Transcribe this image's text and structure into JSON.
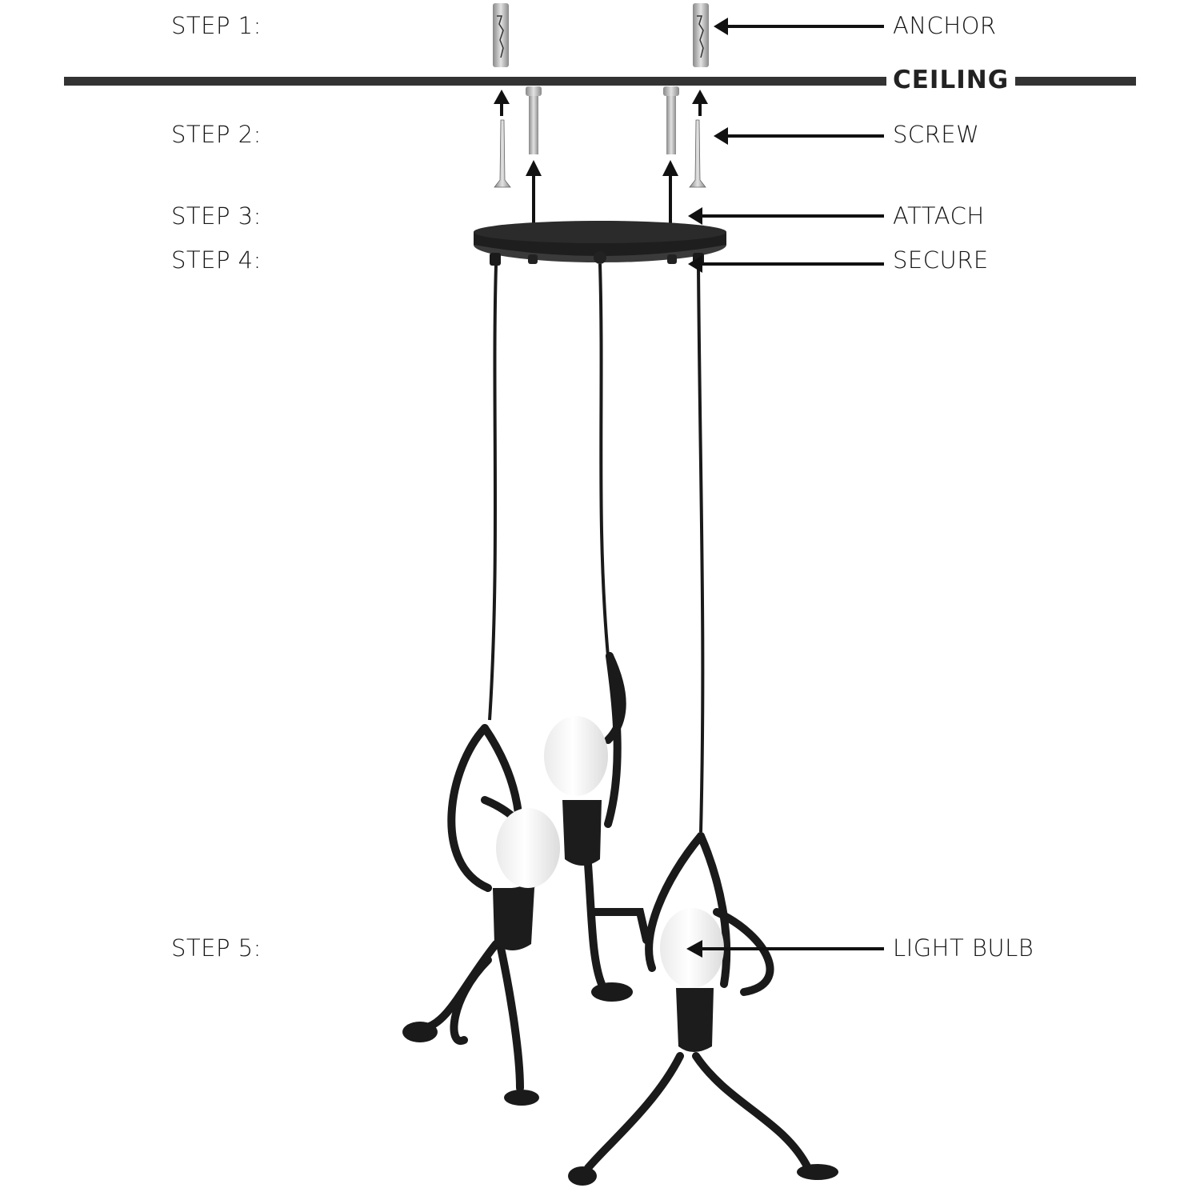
{
  "diagram": {
    "type": "installation-instructions",
    "steps": [
      {
        "id": "step1",
        "label": "STEP 1:",
        "callout": "ANCHOR"
      },
      {
        "id": "step2",
        "label": "STEP 2:",
        "callout": "SCREW"
      },
      {
        "id": "step3",
        "label": "STEP 3:",
        "callout": "ATTACH"
      },
      {
        "id": "step4",
        "label": "STEP 4:",
        "callout": "SECURE"
      },
      {
        "id": "step5",
        "label": "STEP 5:",
        "callout": "LIGHT BULB"
      }
    ],
    "ceiling_label": "CEILING",
    "colors": {
      "ceiling_line": "#333333",
      "lamp_metal": "#1a1a1a",
      "bulb": "#f7f7f7",
      "hardware": "#b8b8b8",
      "text": "#151515"
    }
  }
}
